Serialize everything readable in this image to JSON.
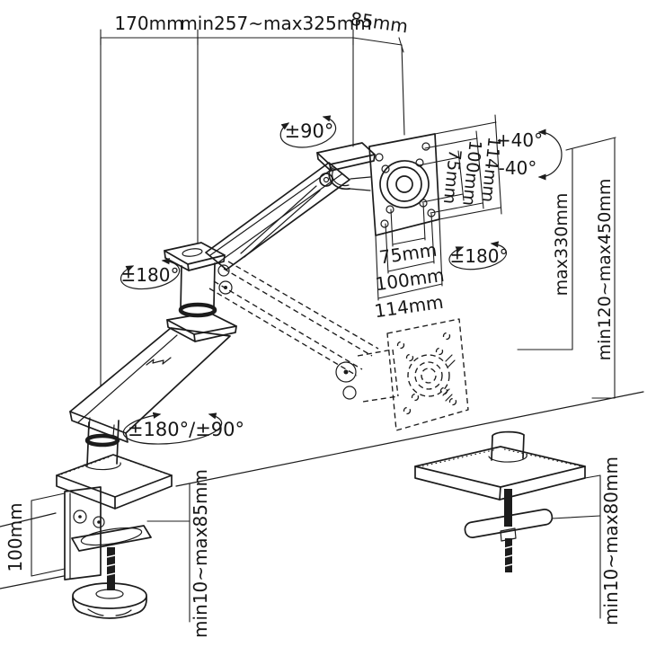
{
  "colors": {
    "background": "#ffffff",
    "line": "#1c1c1c",
    "text": "#161616"
  },
  "labels": {
    "reach_rear": "170mm",
    "reach_front": "min257~max325mm",
    "vesa_offset": "85mm",
    "head_swivel": "±90°",
    "tilt_up": "+40°",
    "tilt_down": "-40°",
    "vesa_vertical": [
      "75mm",
      "100mm",
      "114mm"
    ],
    "vesa_horizontal": [
      "75mm",
      "100mm",
      "114mm"
    ],
    "vesa_rotation": "±180°",
    "arm_rotation": "±180°",
    "base_rotation": "±180°/±90°",
    "lift_max": "max330mm",
    "height_range": "min120~max450mm",
    "clamp_bracket_height": "100mm",
    "clamp_thickness_range": "min10~max85mm",
    "grommet_thickness_range": "min10~max80mm"
  }
}
